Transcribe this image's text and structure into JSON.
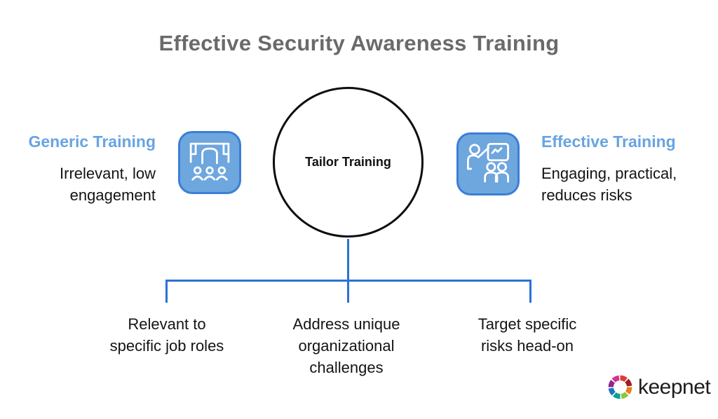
{
  "title": "Effective Security Awareness Training",
  "center_node": {
    "label": "Tailor Training"
  },
  "left_panel": {
    "heading": "Generic Training",
    "description": "Irrelevant, low engagement",
    "icon": "lecture-hall-audience-icon"
  },
  "right_panel": {
    "heading": "Effective Training",
    "description": "Engaging, practical, reduces risks",
    "icon": "presenter-whiteboard-icon"
  },
  "branches": [
    {
      "label": "Relevant to specific job roles"
    },
    {
      "label": "Address unique organizational challenges"
    },
    {
      "label": "Target specific risks head-on"
    }
  ],
  "logo": {
    "text": "keepnet",
    "icon": "keepnet-shutter-icon"
  },
  "colors": {
    "title_gray": "#6a6a6a",
    "heading_blue": "#68a4e1",
    "icon_fill": "#6ea6de",
    "icon_border": "#3b7fd4",
    "connector_blue": "#2a72d4",
    "text_black": "#141414",
    "circle_border": "#0d0d0d"
  }
}
